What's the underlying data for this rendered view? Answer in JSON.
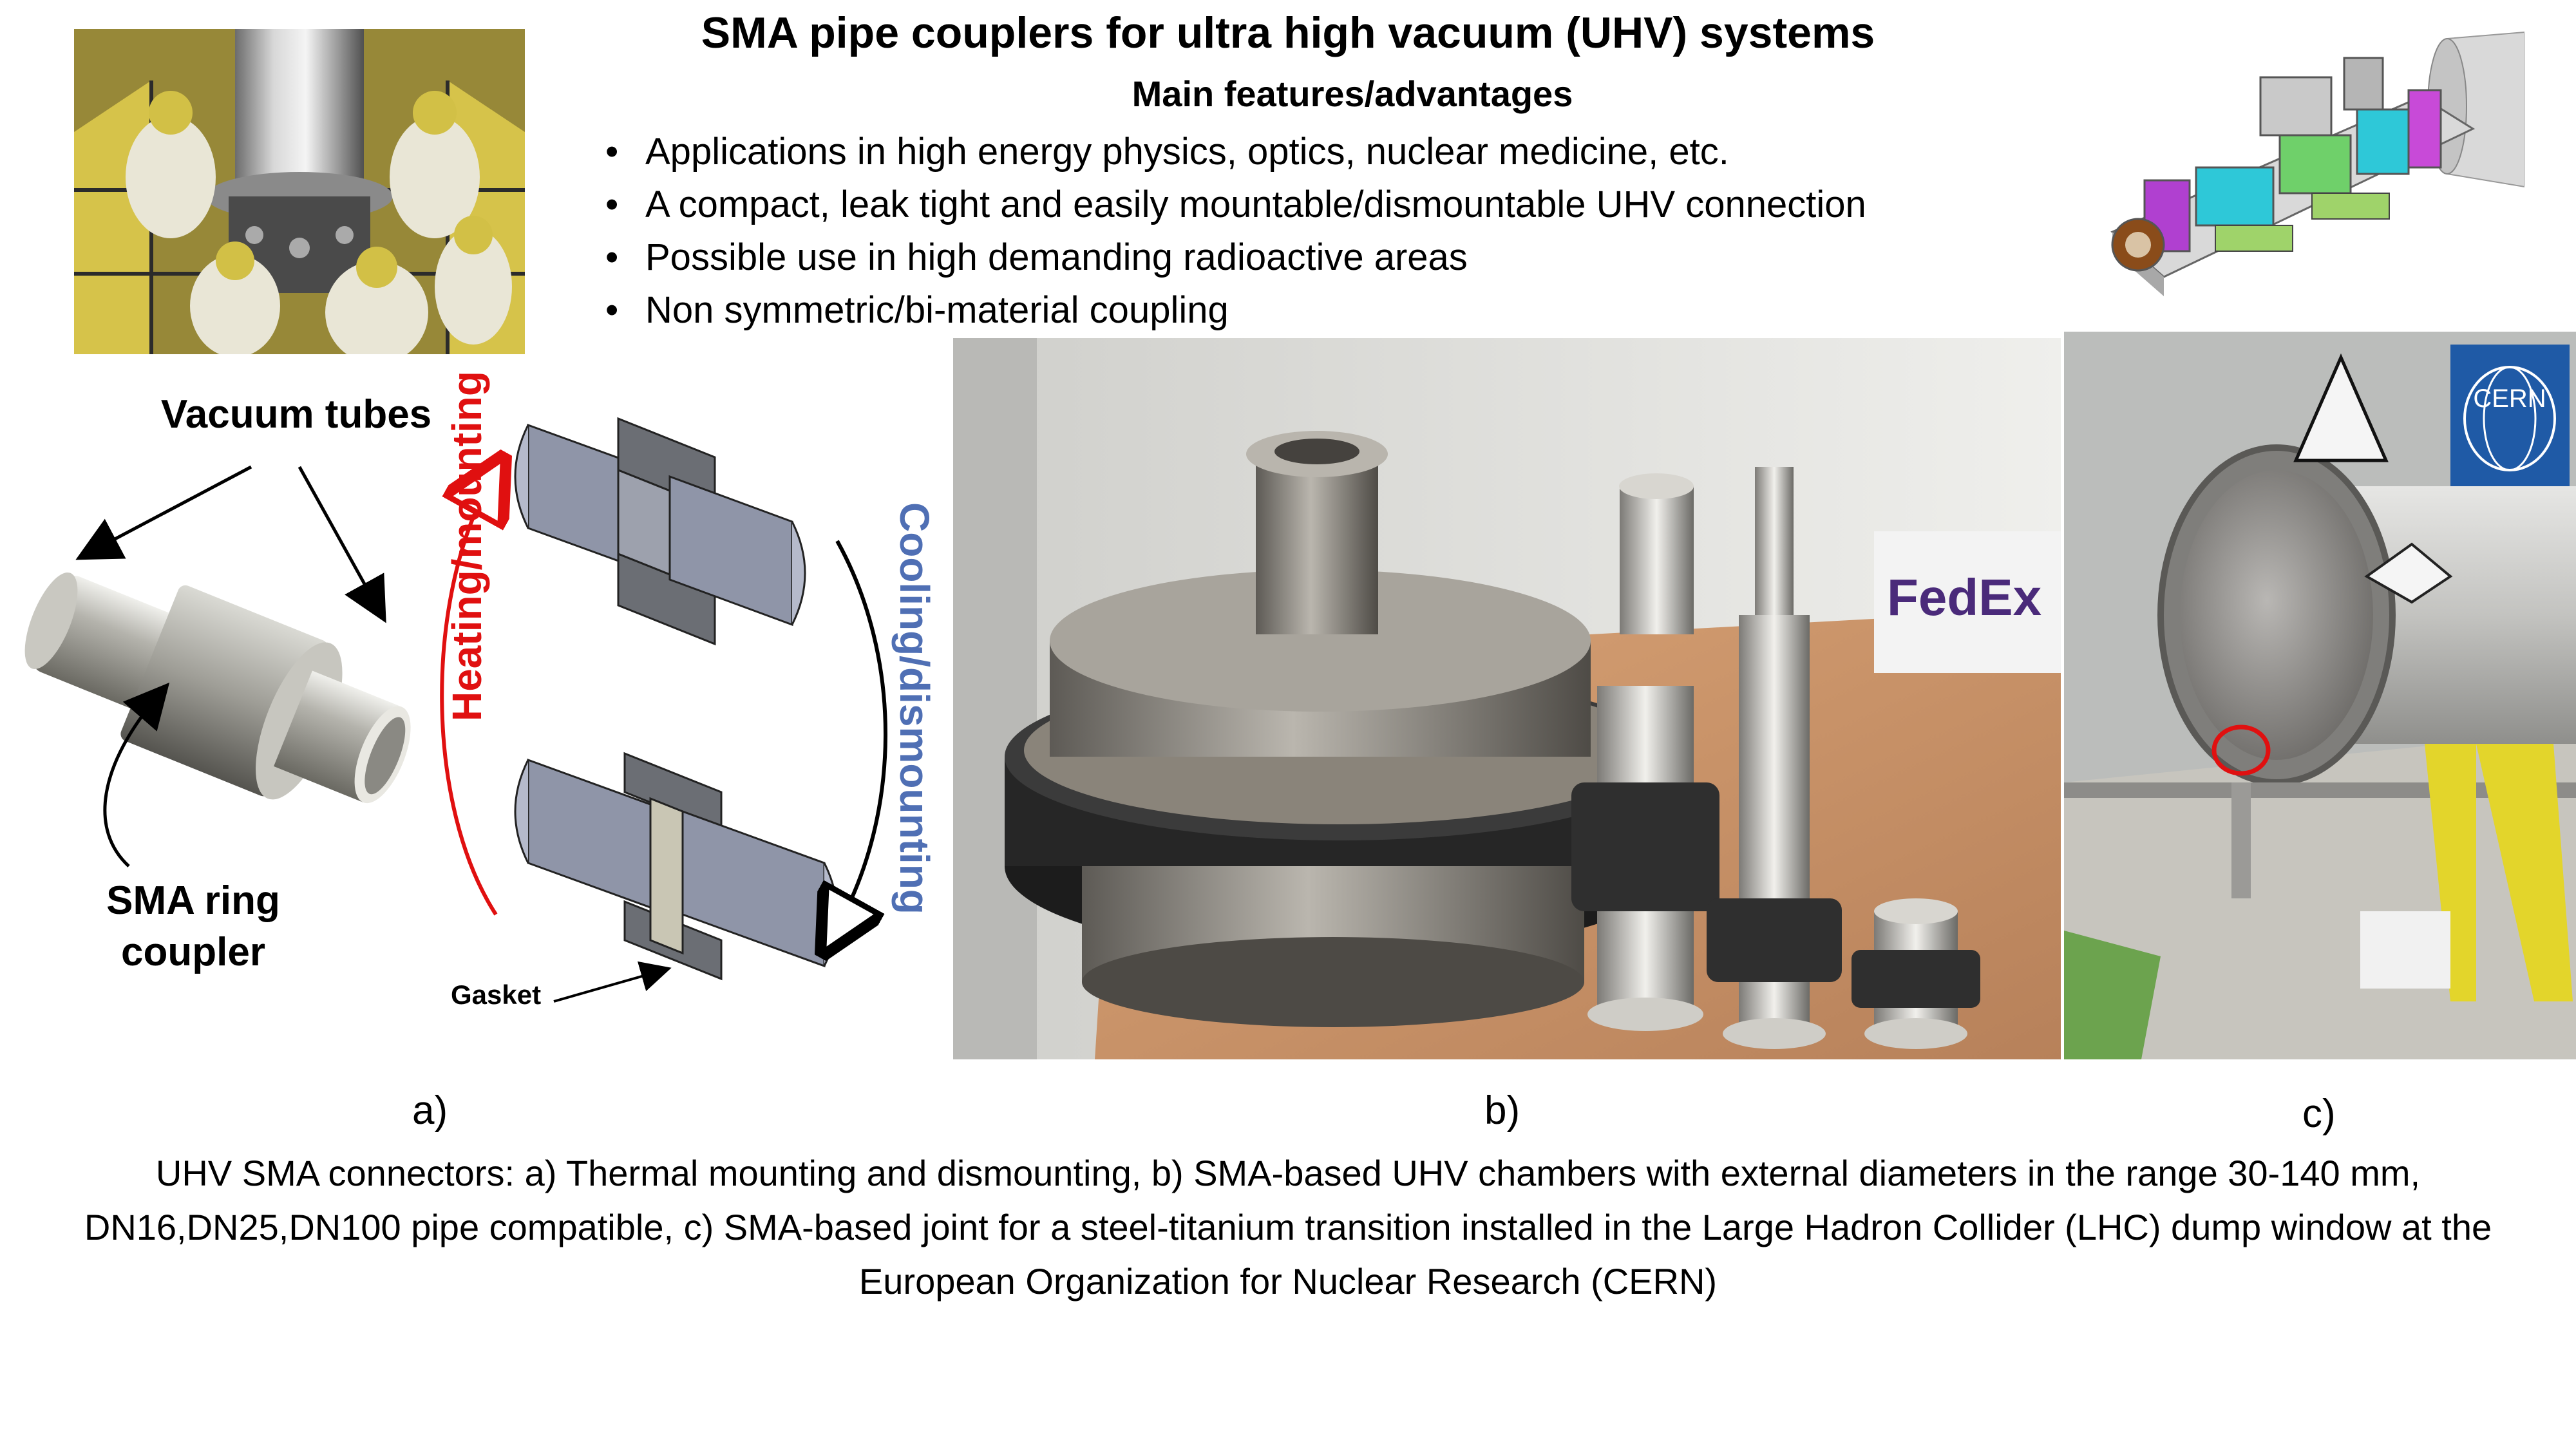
{
  "title": "SMA pipe couplers for ultra high vacuum (UHV) systems",
  "subtitle": "Main features/advantages",
  "features": [
    "Applications in high energy physics, optics, nuclear medicine, etc.",
    "A compact, leak tight and easily mountable/dismountable UHV connection",
    "Possible use in high demanding radioactive areas",
    "Non symmetric/bi-material coupling"
  ],
  "bullet_char": "•",
  "diagram_a": {
    "vacuum_tubes_label": "Vacuum tubes",
    "sma_ring_label_line1": "SMA ring",
    "sma_ring_label_line2": "coupler",
    "heating_label": "Heating/mounting",
    "cooling_label": "Cooling/dismounting",
    "gasket_label": "Gasket",
    "heating_color": "#e01010",
    "cooling_color": "#4f6fb4"
  },
  "photo_b": {
    "box_text": "FedEx"
  },
  "photo_c": {
    "logo_text": "CERN",
    "logo_color": "#1f5aa6"
  },
  "panel_letters": {
    "a": "a)",
    "b": "b)",
    "c": "c)"
  },
  "caption": "UHV SMA connectors: a) Thermal mounting and dismounting, b) SMA-based UHV chambers with external diameters in the range 30-140 mm, DN16,DN25,DN100 pipe compatible, c) SMA-based joint for a steel-titanium transition installed in the Large Hadron Collider (LHC) dump window at the European Organization for Nuclear Research (CERN)"
}
